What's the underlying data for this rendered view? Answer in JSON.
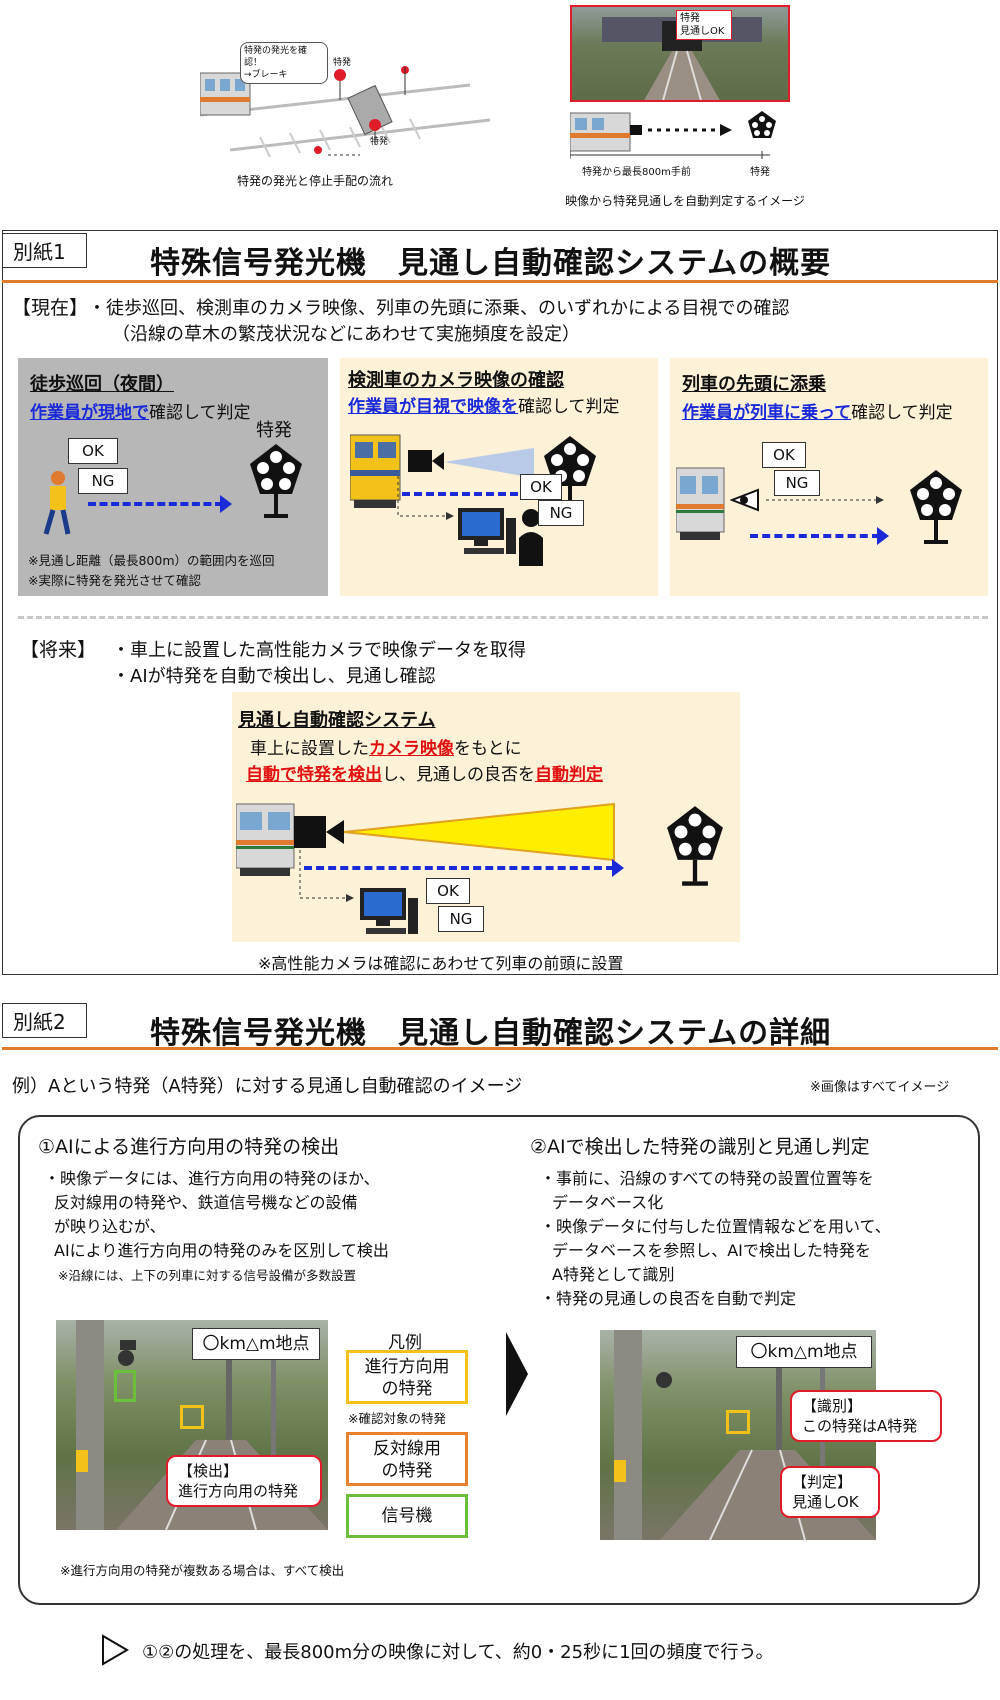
{
  "top": {
    "left_bubble": "特発の発光を確認！\n→ブレーキ",
    "left_signal_a": "特発",
    "left_signal_b": "特発",
    "left_caption": "特発の発光と停止手配の流れ",
    "right_photo_label": "特発\n見通しOK",
    "right_distance": "特発から最長800m手前",
    "right_signal": "特発",
    "right_caption": "映像から特発見通しを自動判定するイメージ"
  },
  "sheet1": {
    "tag": "別紙1",
    "title": "特殊信号発光機　見通し自動確認システムの概要",
    "current_label": "【現在】",
    "current_line1": "・徒歩巡回、検測車のカメラ映像、列車の先頭に添乗、のいずれかによる目視での確認",
    "current_line2": "（沿線の草木の繁茂状況などにあわせて実施頻度を設定）",
    "panel1": {
      "heading": "徒歩巡回（夜間）",
      "highlight": "作業員が現地で",
      "rest": "確認して判定",
      "ok": "OK",
      "ng": "NG",
      "signal": "特発",
      "note1": "※見通し距離（最長800m）の範囲内を巡回",
      "note2": "※実際に特発を発光させて確認"
    },
    "panel2": {
      "heading": "検測車のカメラ映像の確認",
      "highlight": "作業員が目視で映像を",
      "rest": "確認して判定",
      "ok": "OK",
      "ng": "NG"
    },
    "panel3": {
      "heading": "列車の先頭に添乗",
      "highlight": "作業員が列車に乗って",
      "rest": "確認して判定",
      "ok": "OK",
      "ng": "NG"
    },
    "future_label": "【将来】",
    "future_line1": "・車上に設置した高性能カメラで映像データを取得",
    "future_line2": "・AIが特発を自動で検出し、見通し確認",
    "system": {
      "heading": "見通し自動確認システム",
      "line1_a": "車上に設置した",
      "line1_b": "カメラ映像",
      "line1_c": "をもとに",
      "line2_a": "自動で特発を検出",
      "line2_b": "し、見通しの良否を",
      "line2_c": "自動判定",
      "ok": "OK",
      "ng": "NG"
    },
    "footnote": "※高性能カメラは確認にあわせて列車の前頭に設置"
  },
  "sheet2": {
    "tag": "別紙2",
    "title": "特殊信号発光機　見通し自動確認システムの詳細",
    "example": "例）Aという特発（A特発）に対する見通し自動確認のイメージ",
    "image_note": "※画像はすべてイメージ",
    "step1": {
      "heading": "①AIによる進行方向用の特発の検出",
      "b1": "・映像データには、進行方向用の特発のほか、",
      "b2": "反対線用の特発や、鉄道信号機などの設備",
      "b3": "が映り込むが、",
      "b4": "AIにより進行方向用の特発のみを区別して検出",
      "note": "※沿線には、上下の列車に対する信号設備が多数設置",
      "location": "〇km△m地点",
      "callout_a": "【検出】",
      "callout_b": "進行方向用の特発",
      "legend_title": "凡例",
      "legend1": "進行方向用\nの特発",
      "legend1_note": "※確認対象の特発",
      "legend2": "反対線用\nの特発",
      "legend3": "信号機",
      "footnote": "※進行方向用の特発が複数ある場合は、すべて検出"
    },
    "step2": {
      "heading": "②AIで検出した特発の識別と見通し判定",
      "b1": "・事前に、沿線のすべての特発の設置位置等を",
      "b2": "データベース化",
      "b3": "・映像データに付与した位置情報などを用いて、",
      "b4": "データベースを参照し、AIで検出した特発を",
      "b5": "A特発として識別",
      "b6": "・特発の見通しの良否を自動で判定",
      "location": "〇km△m地点",
      "callout1_a": "【識別】",
      "callout1_b": "この特発はA特発",
      "callout2_a": "【判定】",
      "callout2_b": "見通しOK"
    },
    "process": "①②の処理を、最長800m分の映像に対して、約0・25秒に1回の頻度で行う。"
  },
  "colors": {
    "accent_orange": "#e07a2e",
    "blue": "#1a2ad8",
    "red": "#e01010",
    "legend_yellow": "#f2c21b",
    "legend_orange": "#e8822e",
    "legend_green": "#6cbf3a"
  }
}
